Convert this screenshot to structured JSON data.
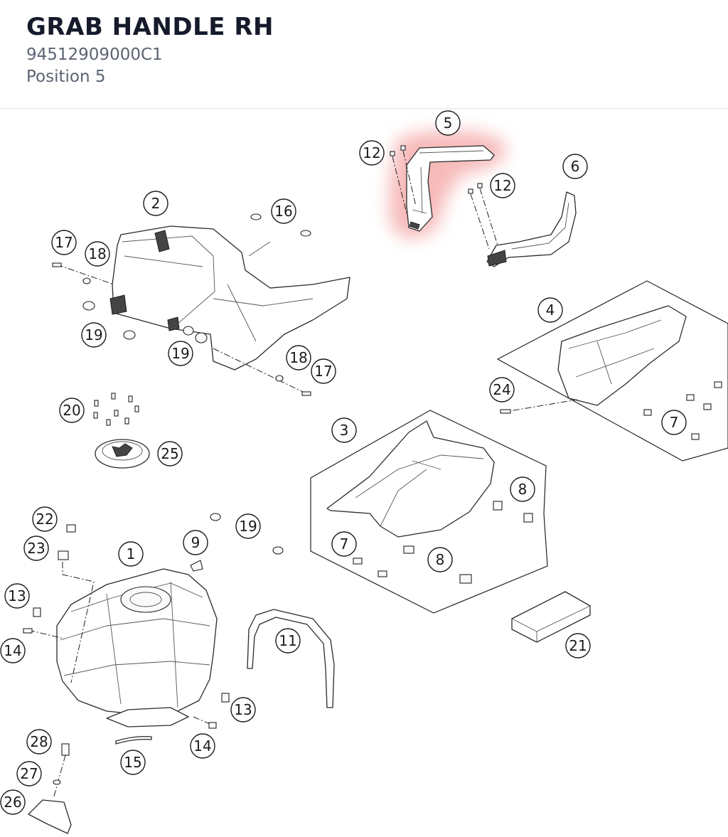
{
  "header": {
    "title": "GRAB HANDLE RH",
    "part_number": "94512909000C1",
    "position": "Position 5"
  },
  "colors": {
    "title": "#151b2b",
    "subtitle": "#5b6472",
    "highlight": "#f4a3a3"
  },
  "highlighted_part": "5",
  "callouts": [
    {
      "id": "c5",
      "label": "5"
    },
    {
      "id": "c12a",
      "label": "12"
    },
    {
      "id": "c12b",
      "label": "12"
    },
    {
      "id": "c6",
      "label": "6"
    },
    {
      "id": "c2",
      "label": "2"
    },
    {
      "id": "c16",
      "label": "16"
    },
    {
      "id": "c17a",
      "label": "17"
    },
    {
      "id": "c18a",
      "label": "18"
    },
    {
      "id": "c19a",
      "label": "19"
    },
    {
      "id": "c19b",
      "label": "19"
    },
    {
      "id": "c18b",
      "label": "18"
    },
    {
      "id": "c17b",
      "label": "17"
    },
    {
      "id": "c4",
      "label": "4"
    },
    {
      "id": "c24",
      "label": "24"
    },
    {
      "id": "c7a",
      "label": "7"
    },
    {
      "id": "c20",
      "label": "20"
    },
    {
      "id": "c25",
      "label": "25"
    },
    {
      "id": "c3",
      "label": "3"
    },
    {
      "id": "c8a",
      "label": "8"
    },
    {
      "id": "c7b",
      "label": "7"
    },
    {
      "id": "c8b",
      "label": "8"
    },
    {
      "id": "c22",
      "label": "22"
    },
    {
      "id": "c23",
      "label": "23"
    },
    {
      "id": "c1",
      "label": "1"
    },
    {
      "id": "c9",
      "label": "9"
    },
    {
      "id": "c19c",
      "label": "19"
    },
    {
      "id": "c13a",
      "label": "13"
    },
    {
      "id": "c14a",
      "label": "14"
    },
    {
      "id": "c11",
      "label": "11"
    },
    {
      "id": "c21",
      "label": "21"
    },
    {
      "id": "c13b",
      "label": "13"
    },
    {
      "id": "c14b",
      "label": "14"
    },
    {
      "id": "c15",
      "label": "15"
    },
    {
      "id": "c28",
      "label": "28"
    },
    {
      "id": "c27",
      "label": "27"
    },
    {
      "id": "c26",
      "label": "26"
    }
  ]
}
